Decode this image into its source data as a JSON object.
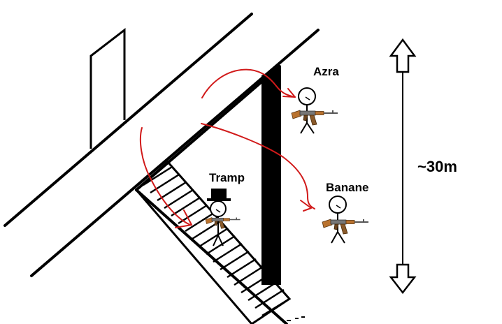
{
  "labels": {
    "azra": "Azra",
    "tramp": "Tramp",
    "banane": "Banane",
    "distance": "~30m"
  },
  "colors": {
    "ink": "#000000",
    "arrow": "#d11a1a",
    "background": "#ffffff",
    "rifle_wood": "#b9722e",
    "rifle_metal": "#777777"
  },
  "icons": {
    "rifle": "rifle-icon",
    "top_hat": "top-hat-icon",
    "double_arrow": "double-headed-arrow-icon"
  }
}
